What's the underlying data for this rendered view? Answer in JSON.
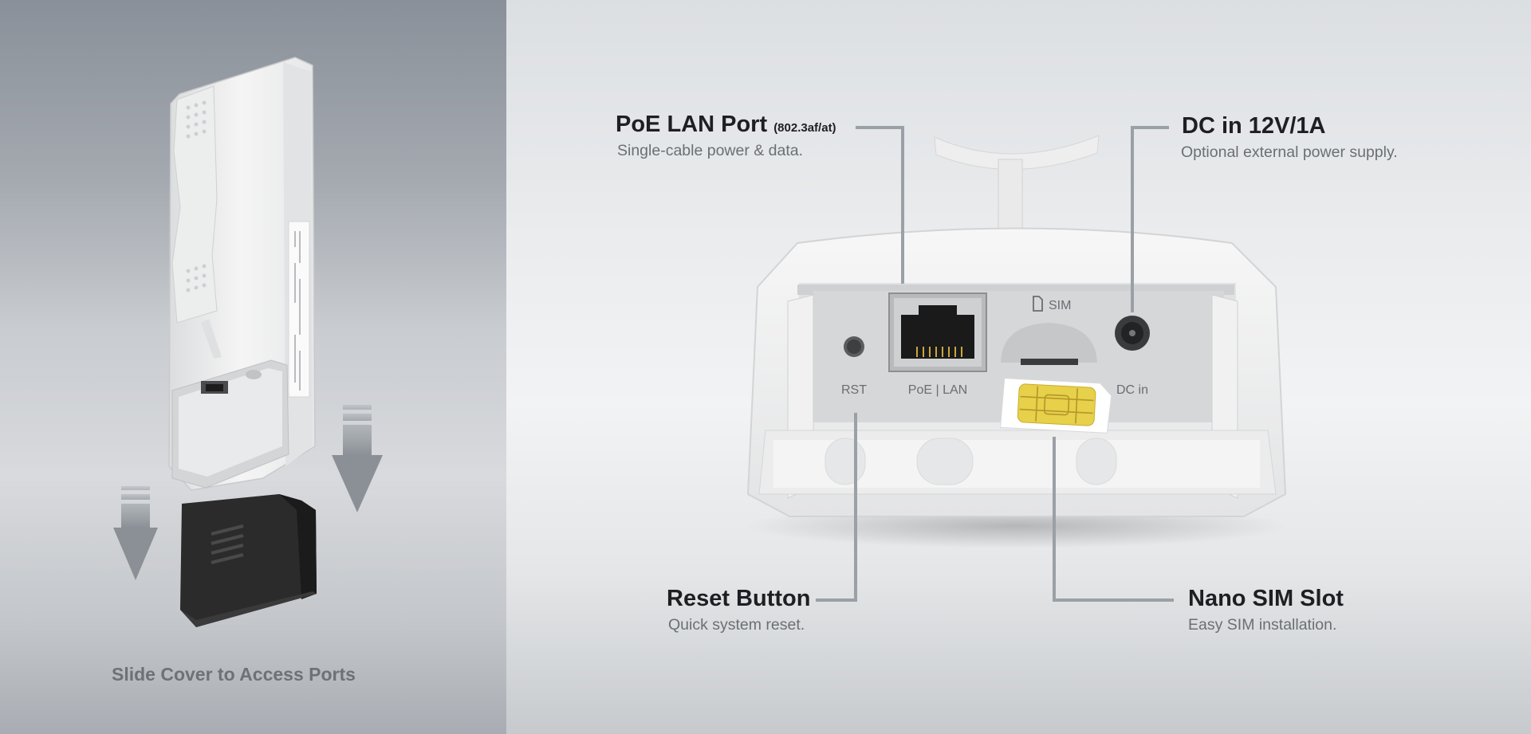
{
  "left": {
    "caption": "Slide Cover to Access Ports"
  },
  "callouts": {
    "poe": {
      "title": "PoE LAN Port",
      "title_small": "(802.3af/at)",
      "desc": "Single-cable power & data."
    },
    "dc": {
      "title": "DC in 12V/1A",
      "desc": "Optional external power supply."
    },
    "reset": {
      "title": "Reset Button",
      "desc": "Quick system reset."
    },
    "sim": {
      "title": "Nano SIM Slot",
      "desc": "Easy SIM installation."
    }
  },
  "device_labels": {
    "rst": "RST",
    "poe_lan": "PoE | LAN",
    "sim": "SIM",
    "dc_in": "DC in"
  },
  "colors": {
    "leader_line": "#9aa0a6",
    "sim_chip": "#e7d04a",
    "cover": "#2b2b2c",
    "device_body": "#f4f4f4"
  },
  "icons": [
    "down-arrow-icon",
    "sim-card-icon"
  ]
}
